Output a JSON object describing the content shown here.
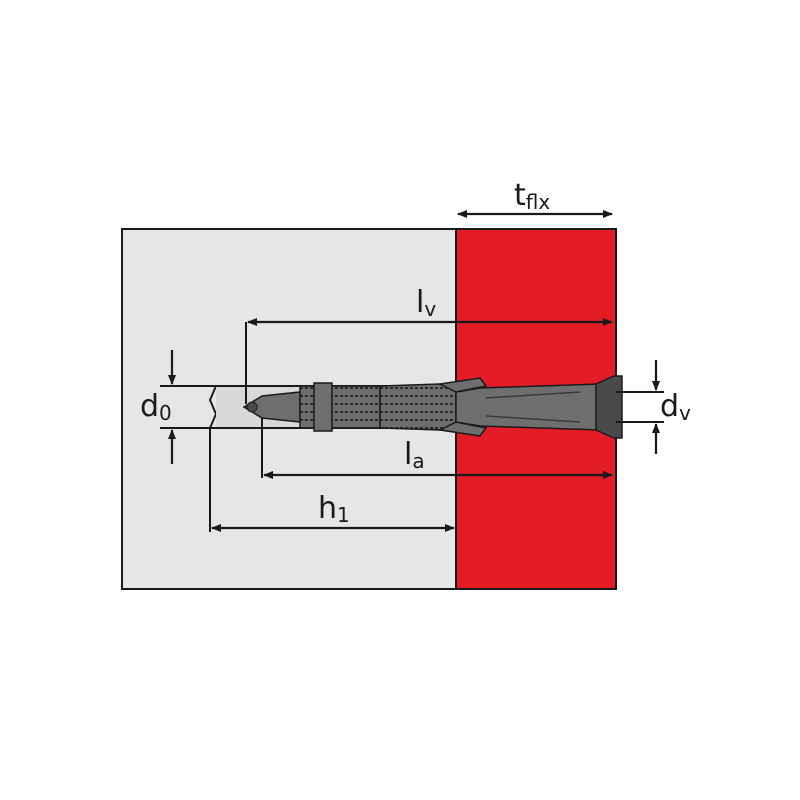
{
  "diagram": {
    "colors": {
      "base_material": "#e6e6e8",
      "fixture": "#e31c25",
      "outline": "#1a1a1a",
      "anchor": "#6e6e6e",
      "anchor_dark": "#4a4a4a"
    },
    "labels": {
      "t_flx": {
        "main": "t",
        "sub": "flx"
      },
      "l_v": {
        "main": "l",
        "sub": "v"
      },
      "l_a": {
        "main": "l",
        "sub": "a"
      },
      "h_1": {
        "main": "h",
        "sub": "1"
      },
      "d_0": {
        "main": "d",
        "sub": "0"
      },
      "d_v": {
        "main": "d",
        "sub": "v"
      }
    }
  }
}
